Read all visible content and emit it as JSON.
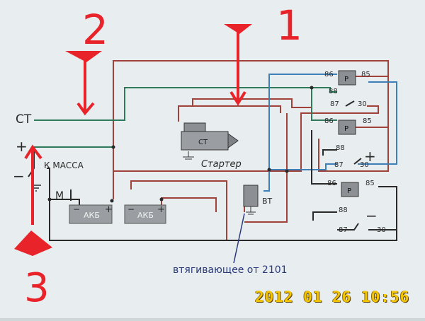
{
  "labels": {
    "st": "СТ",
    "plus": "+",
    "minus": "−",
    "k_massa": "К МАССА",
    "m": "М",
    "akb1": "АКБ",
    "akb2": "АКБ",
    "starter_body": "СТ",
    "starter": "Стартер",
    "vt": "ВТ",
    "caption": "втягивающее от 2101",
    "relay_symbol": "Р",
    "relay1": {
      "p86": "86",
      "p85": "85",
      "p88": "88",
      "p87": "87",
      "p30": "30"
    },
    "relay2": {
      "p86": "86",
      "p85": "85",
      "p88": "88",
      "p87": "87",
      "p30": "30"
    },
    "relay3": {
      "p86": "86",
      "p85": "85",
      "p88": "88",
      "p87": "87",
      "p30": "30"
    },
    "plus_near_relay2": "+",
    "minus_near_relay3": "−",
    "batt_plus": "+",
    "batt_minus": "−"
  },
  "annotations": {
    "n1": "1",
    "n2": "2",
    "n3": "3"
  },
  "timestamp": "2012 01 26  10:56",
  "colors": {
    "paper": "#e8edf0",
    "wire_red": "#a0413a",
    "wire_green": "#2f7a5a",
    "wire_blue": "#3f7fb8",
    "wire_black": "#2a2a2a",
    "annotation_red": "#e8242a",
    "timestamp": "#f3c400"
  }
}
